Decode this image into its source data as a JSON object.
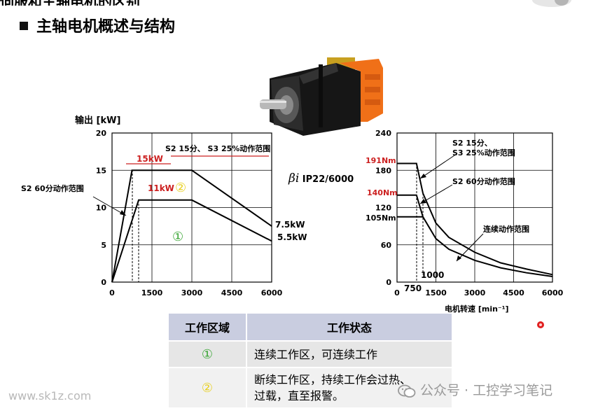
{
  "header": {
    "cut_title": "伺服和主轴电机的区别",
    "title": "主轴电机概述与结构"
  },
  "motor": {
    "model_prefix": "β",
    "model_i": "i",
    "model_suffix": "IP22/6000"
  },
  "chart_data": [
    {
      "type": "line",
      "ylabel": "输出 [kW]",
      "x_ticks": [
        "0",
        "1500",
        "3000",
        "4500",
        "6000"
      ],
      "y_ticks": [
        "0",
        "5",
        "10",
        "15",
        "20"
      ],
      "xlim": [
        0,
        6000
      ],
      "ylim": [
        0,
        20
      ],
      "series": [
        {
          "values": [
            [
              0,
              0
            ],
            [
              750,
              15
            ],
            [
              3000,
              15
            ],
            [
              6000,
              7.5
            ]
          ]
        },
        {
          "values": [
            [
              0,
              0
            ],
            [
              1000,
              11
            ],
            [
              3000,
              11
            ],
            [
              6000,
              5.5
            ]
          ]
        }
      ],
      "annotations": {
        "top_label": "S2 15分、 S3 25%动作范围",
        "left_label": "S2 60分动作范围",
        "peak_15": "15kW",
        "peak_11": "11kW",
        "end_75": "7.5kW",
        "end_55": "5.5kW",
        "zone1": "①",
        "zone2": "②"
      }
    },
    {
      "type": "line",
      "xlabel": "电机转速 [min⁻¹]",
      "x_ticks": [
        "0",
        "1500",
        "3000",
        "4500",
        "6000"
      ],
      "y_ticks": [
        "0",
        "60",
        "120",
        "180",
        "240"
      ],
      "xlim": [
        0,
        6000
      ],
      "ylim": [
        0,
        240
      ],
      "series": [
        {
          "values": [
            [
              0,
              191
            ],
            [
              750,
              191
            ],
            [
              1000,
              143
            ],
            [
              1500,
              95
            ],
            [
              2000,
              72
            ],
            [
              3000,
              48
            ],
            [
              4000,
              31
            ],
            [
              5000,
              21
            ],
            [
              6000,
              12
            ]
          ]
        },
        {
          "values": [
            [
              0,
              140
            ],
            [
              750,
              140
            ],
            [
              1000,
              105
            ],
            [
              1500,
              70
            ],
            [
              2000,
              53
            ],
            [
              3000,
              35
            ],
            [
              4000,
              23
            ],
            [
              5000,
              15
            ],
            [
              6000,
              9
            ]
          ]
        },
        {
          "values": [
            [
              0,
              105
            ],
            [
              1000,
              105
            ]
          ]
        }
      ],
      "annotations": {
        "s2s3": "S2 15分、\nS3 25%动作范围",
        "s2_60": "S2 60分动作范围",
        "continuous": "连续动作范围",
        "t191": "191Nm",
        "t140": "140Nm",
        "t105": "105Nm",
        "x750": "750",
        "x1000": "1000"
      }
    }
  ],
  "table": {
    "headers": [
      "工作区域",
      "工作状态"
    ],
    "rows": [
      {
        "zone": "①",
        "desc": [
          "连续工作区，可连续工作"
        ]
      },
      {
        "zone": "②",
        "desc": [
          "断续工作区，持续工作会过热、",
          "过载，直至报警。"
        ]
      }
    ]
  },
  "watermarks": {
    "left": "www.sk1z.com",
    "right": "公众号 · 工控学习笔记"
  },
  "colors": {
    "accent_red": "#cc2020",
    "zone1_green": "#3aa635",
    "zone2_yellow": "#e8d020",
    "table_header": "#c9cde0"
  }
}
